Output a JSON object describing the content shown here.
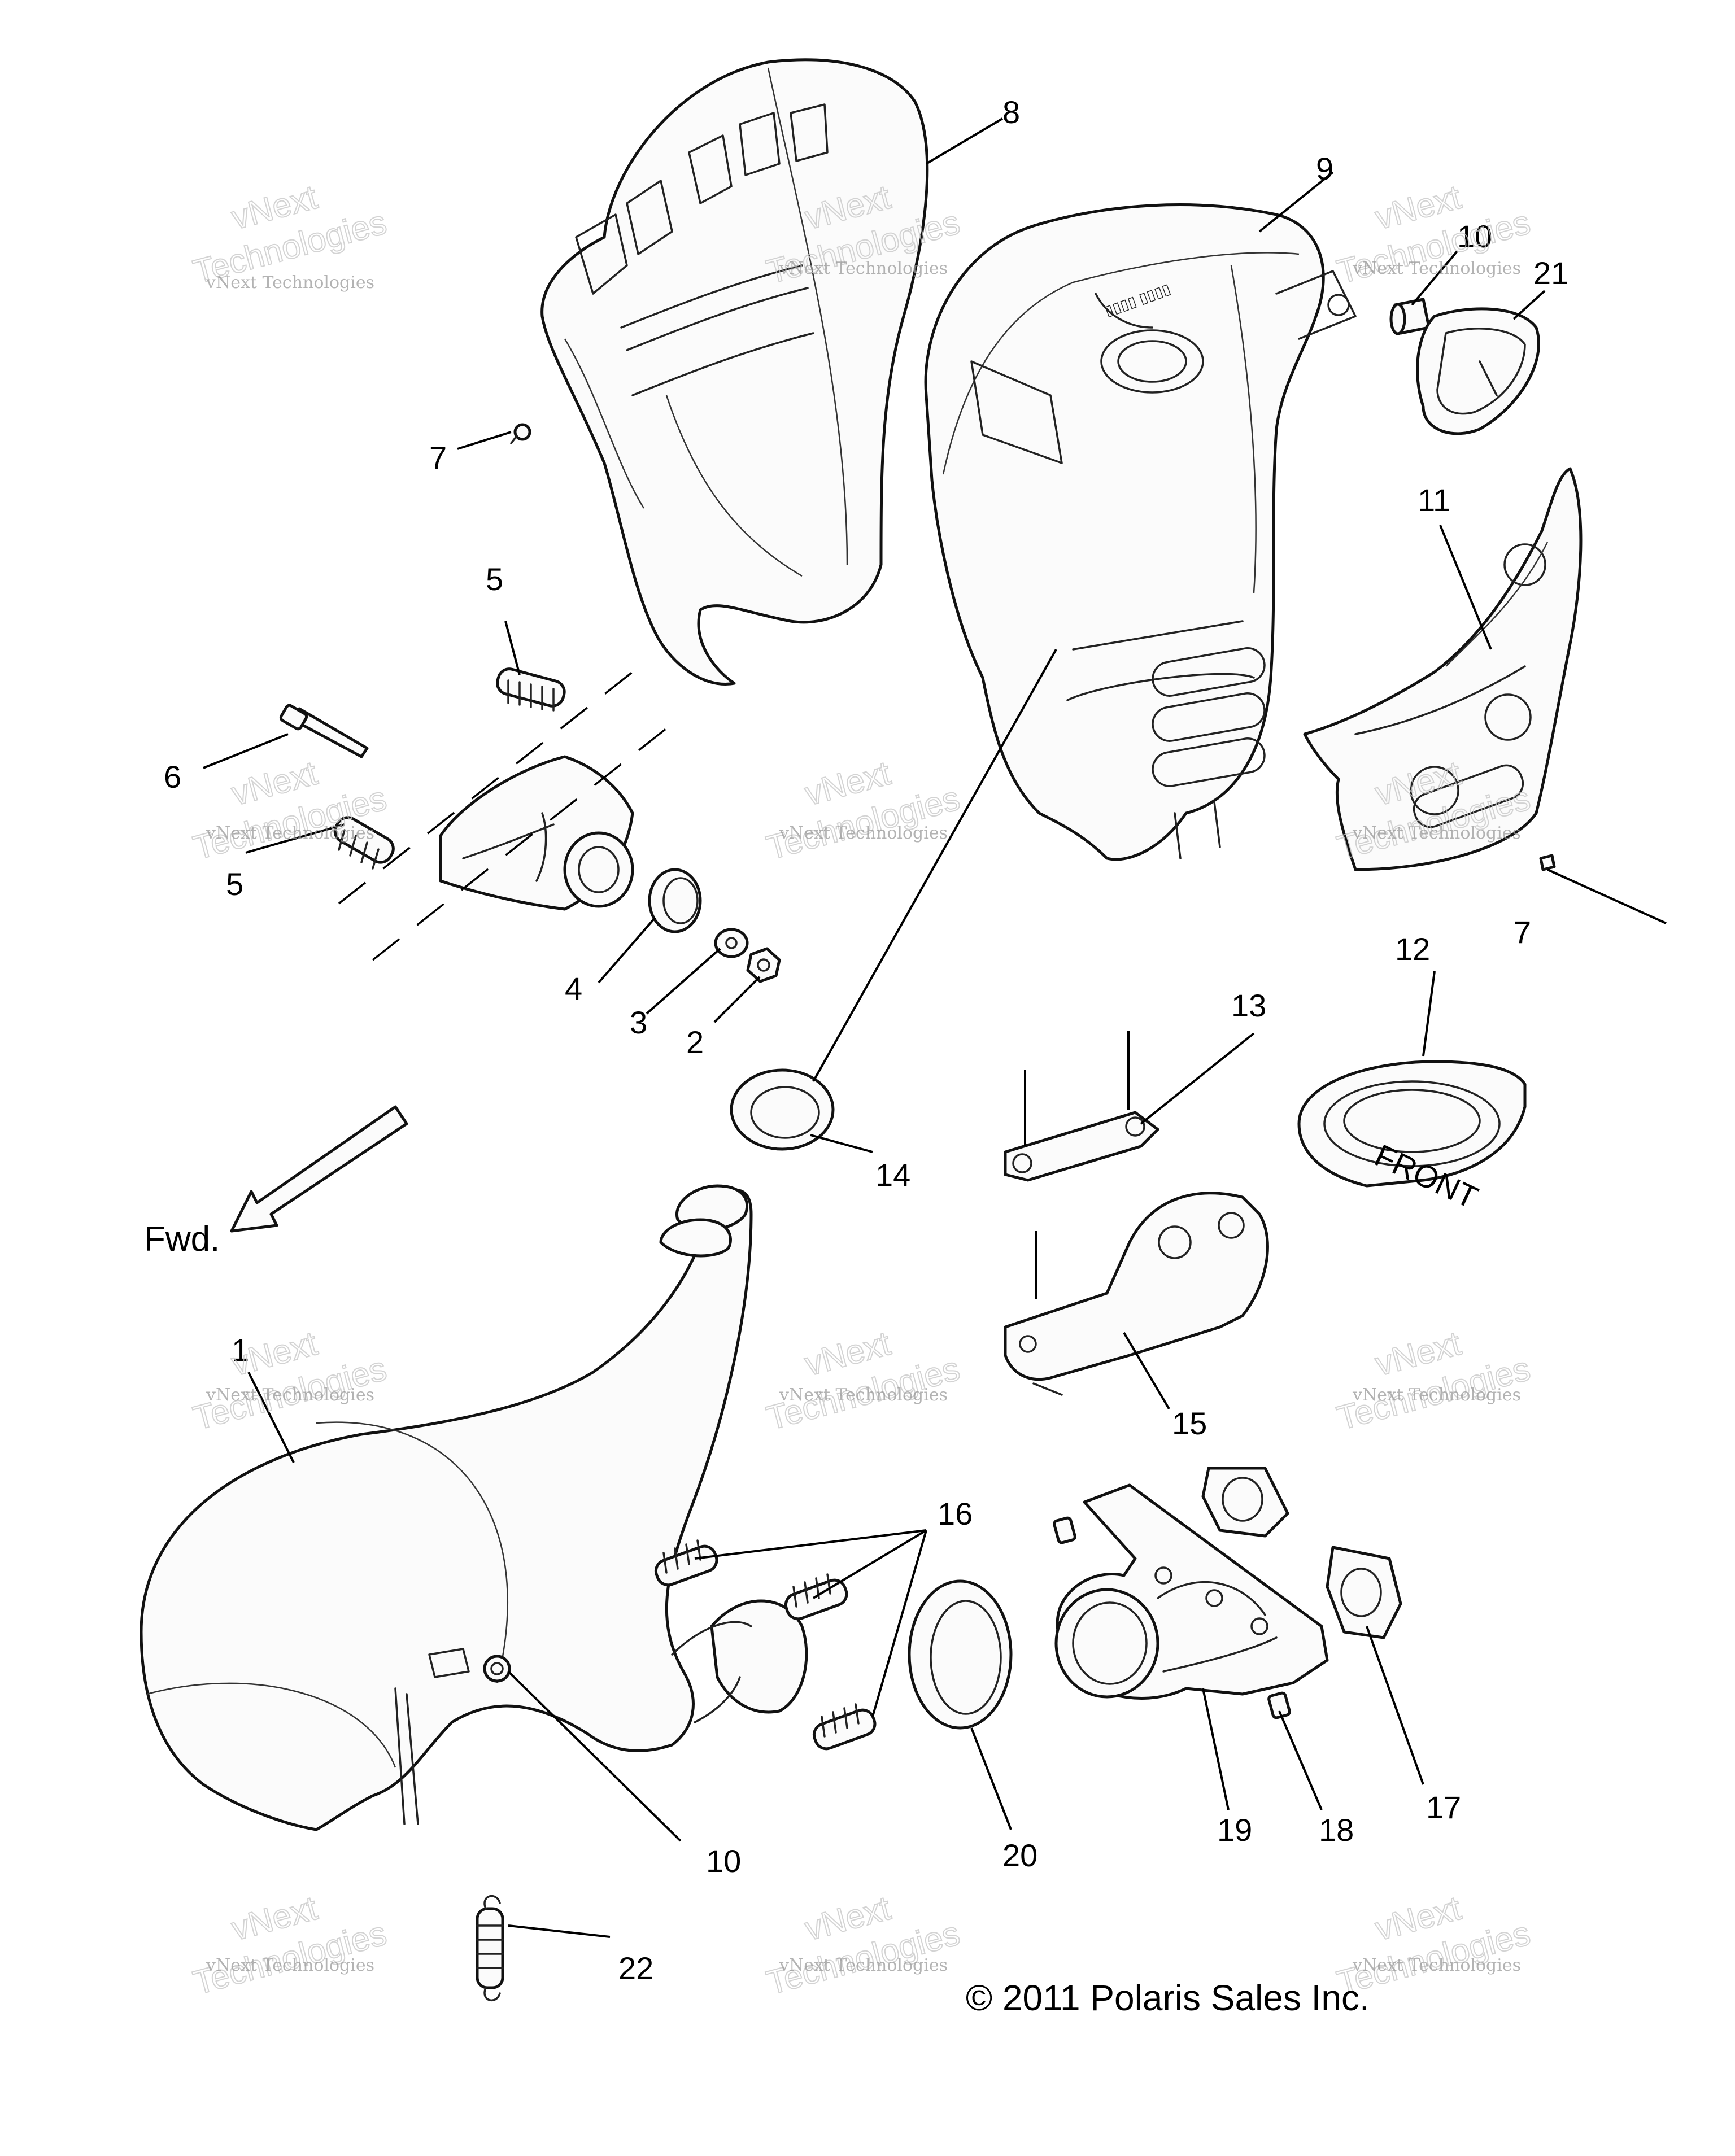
{
  "callouts": {
    "c1": "1",
    "c2": "2",
    "c3": "3",
    "c4": "4",
    "c5a": "5",
    "c5b": "5",
    "c6": "6",
    "c7a": "7",
    "c7b": "7",
    "c8": "8",
    "c9": "9",
    "c10a": "10",
    "c10b": "10",
    "c11": "11",
    "c12": "12",
    "c13": "13",
    "c14": "14",
    "c15": "15",
    "c16": "16",
    "c17": "17",
    "c18": "18",
    "c19": "19",
    "c20": "20",
    "c21": "21",
    "c22": "22"
  },
  "direction_label": "Fwd.",
  "part_text_front": "FRONT",
  "copyright": "© 2011 Polaris Sales Inc.",
  "watermark": {
    "brand": "vNext",
    "company": "vNext Technologies",
    "word": "Technologies"
  }
}
